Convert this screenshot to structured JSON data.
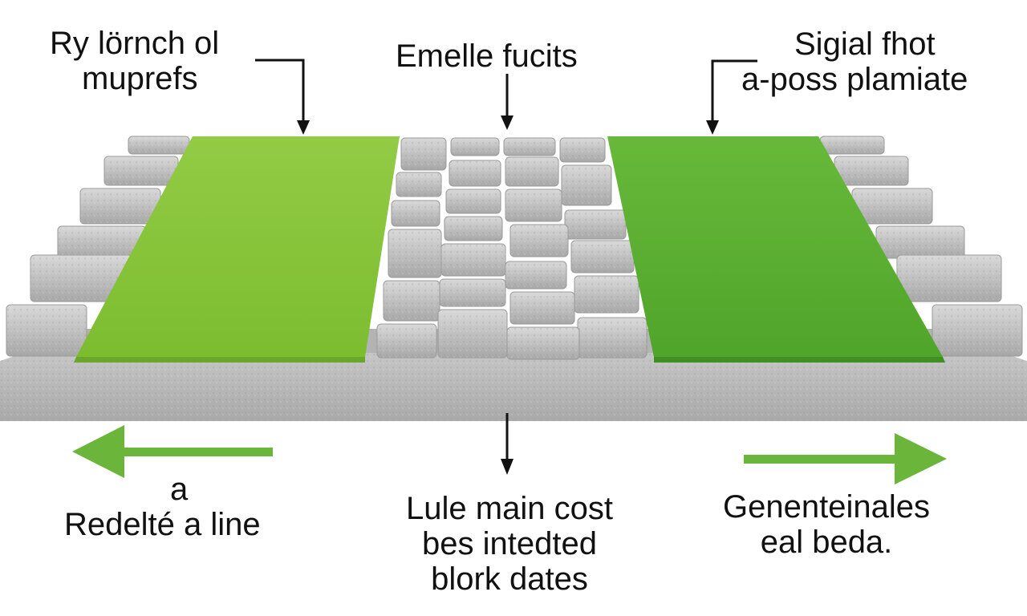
{
  "labels": {
    "top_left": [
      "Ry lörnch ol",
      "muprefs"
    ],
    "top_center": [
      "Emelle fucits"
    ],
    "top_right": [
      "Sigial fhot",
      "a-poss plamiate"
    ],
    "bottom_left": [
      "a",
      "Redelté a line"
    ],
    "bottom_center": [
      "Lule main cost",
      "bes intedted",
      "blork dates"
    ],
    "bottom_right": [
      "Genenteinales",
      "eal beda."
    ]
  },
  "colors": {
    "green_left": "#8cc63f",
    "green_right": "#5fb233",
    "arrow_green": "#6bb53a",
    "paver": "#b9b9b9",
    "paver_light": "#d4d4d4",
    "slab_face": "#bdbdbd",
    "slab_top": "#a7a7a7",
    "pointer": "#111111"
  }
}
